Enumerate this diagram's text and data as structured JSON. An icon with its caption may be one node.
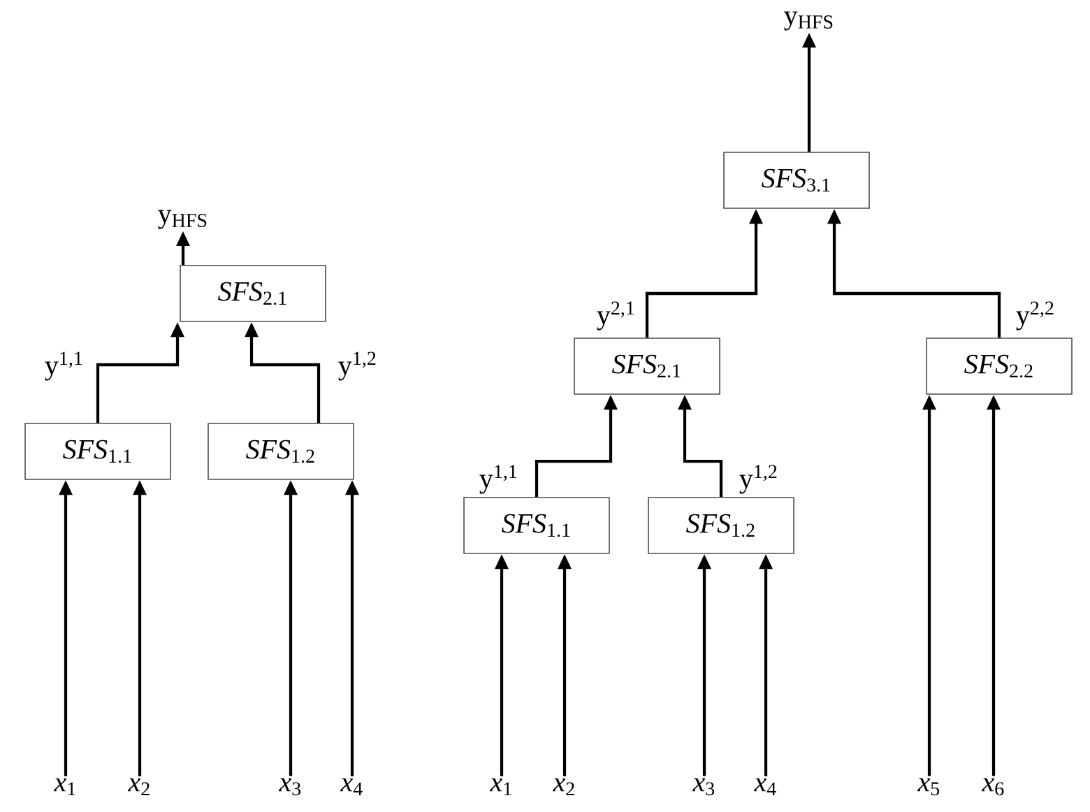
{
  "diagram": {
    "nodes": [
      {
        "text": [
          "y$_{HFS}$"
        ]
      },
      {
        "text": [
          "*SFS*$_{2.1}$"
        ]
      },
      {
        "text": [
          "*SFS*$_{1.1}$"
        ]
      },
      {
        "text": [
          "*SFS*$_{1.2}$"
        ]
      },
      {
        "text": [
          "*x*$_{1}$"
        ]
      },
      {
        "text": [
          "*x*$_{2}$"
        ]
      },
      {
        "text": [
          "*x*$_{3}$"
        ]
      },
      {
        "text": [
          "*x*$_{4}$"
        ]
      },
      {
        "text": [
          "y$_{HFS}$"
        ]
      },
      {
        "text": [
          "*SFS*$_{3.1}$"
        ]
      },
      {
        "text": [
          "*SFS*$_{2.1}$"
        ]
      },
      {
        "text": [
          "*SFS*$_{2.2}$"
        ]
      },
      {
        "text": [
          "*SFS*$_{1.1}$"
        ]
      },
      {
        "text": [
          "*SFS*$_{1.2}$"
        ]
      },
      {
        "text": [
          "*x*$_{1}$"
        ]
      },
      {
        "text": [
          "*x*$_{2}$"
        ]
      },
      {
        "text": [
          "*x*$_{3}$"
        ]
      },
      {
        "text": [
          "*x*$_{4}$"
        ]
      },
      {
        "text": [
          "*x*$_{5}$"
        ]
      },
      {
        "text": [
          "*x*$_{6}$"
        ]
      }
    ],
    "edges": [
      {
        "from": 4,
        "to": 2,
        "arrow": "to"
      },
      {
        "from": 5,
        "to": 2,
        "arrow": "to"
      },
      {
        "from": 6,
        "to": 3,
        "arrow": "to"
      },
      {
        "from": 7,
        "to": 3,
        "arrow": "to"
      },
      {
        "from": 2,
        "to": 1,
        "arrow": "to",
        "label": "y$^{1,1}$"
      },
      {
        "from": 3,
        "to": 1,
        "arrow": "to",
        "label": "y$^{1,2}$"
      },
      {
        "from": 1,
        "to": 0,
        "arrow": "to"
      },
      {
        "from": 14,
        "to": 12,
        "arrow": "to"
      },
      {
        "from": 15,
        "to": 12,
        "arrow": "to"
      },
      {
        "from": 16,
        "to": 13,
        "arrow": "to"
      },
      {
        "from": 17,
        "to": 13,
        "arrow": "to"
      },
      {
        "from": 18,
        "to": 11,
        "arrow": "to"
      },
      {
        "from": 19,
        "to": 11,
        "arrow": "to"
      },
      {
        "from": 12,
        "to": 10,
        "arrow": "to",
        "label": "y$^{1,1}$"
      },
      {
        "from": 13,
        "to": 10,
        "arrow": "to",
        "label": "y$^{1,2}$"
      },
      {
        "from": 10,
        "to": 9,
        "arrow": "to",
        "label": "y$^{2,1}$"
      },
      {
        "from": 11,
        "to": 9,
        "arrow": "to",
        "label": "y$^{2,2}$"
      },
      {
        "from": 9,
        "to": 8,
        "arrow": "to"
      }
    ]
  }
}
